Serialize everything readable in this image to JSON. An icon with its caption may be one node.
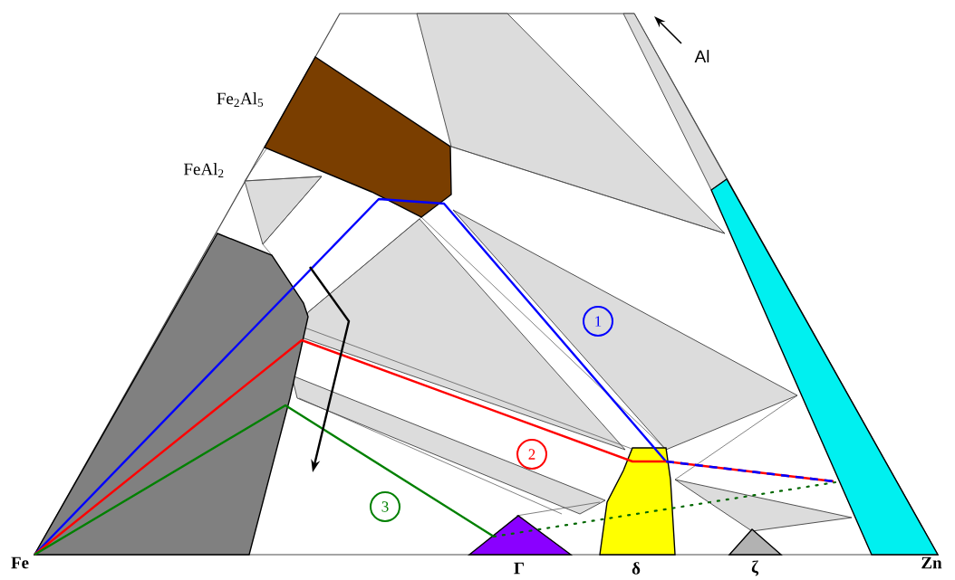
{
  "diagram": {
    "nodes": [
      {
        "text": [
          "1"
        ]
      },
      {
        "text": [
          "2"
        ]
      },
      {
        "text": [
          "3"
        ]
      }
    ],
    "labels": [
      "Fe$_{2}$Al$_{5}$",
      "FeAl$_{2}$",
      "Al",
      "Fe",
      "Γ",
      "δ",
      "ζ",
      "Zn"
    ]
  }
}
